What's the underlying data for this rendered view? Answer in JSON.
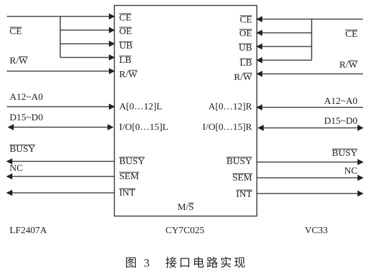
{
  "chip": {
    "name": "CY7C025",
    "left_pins": [
      {
        "text": "CE",
        "over": true
      },
      {
        "text": "OE",
        "over": true
      },
      {
        "text": "UB",
        "over": true
      },
      {
        "text": "LB",
        "over": true
      },
      {
        "text": "R/W",
        "over": "W"
      },
      {
        "text": "A[0…12]L",
        "over": false
      },
      {
        "text": "I/O[0…15]L",
        "over": false
      },
      {
        "text": "BUSY",
        "over": true
      },
      {
        "text": "SEM",
        "over": true
      },
      {
        "text": "INT",
        "over": true
      }
    ],
    "right_pins": [
      {
        "text": "CE",
        "over": true
      },
      {
        "text": "OE",
        "over": true
      },
      {
        "text": "UB",
        "over": true
      },
      {
        "text": "LB",
        "over": true
      },
      {
        "text": "R/W",
        "over": "W"
      },
      {
        "text": "A[0…12]R",
        "over": false
      },
      {
        "text": "I/O[0…15]R",
        "over": false
      },
      {
        "text": "BUSY",
        "over": true
      },
      {
        "text": "SEM",
        "over": true
      },
      {
        "text": "INT",
        "over": true
      }
    ],
    "bottom_pin": {
      "text": "M/S",
      "over": "S"
    }
  },
  "left_device": {
    "name": "LF2407A",
    "signals": [
      {
        "text": "CE",
        "over": true
      },
      {
        "text": "R/W",
        "over": "W"
      },
      {
        "text": "A12~A0",
        "over": false
      },
      {
        "text": "D15~D0",
        "over": false
      },
      {
        "text": "BUSY",
        "over": true
      },
      {
        "text": "NC",
        "over": false
      }
    ]
  },
  "right_device": {
    "name": "VC33",
    "signals": [
      {
        "text": "CE",
        "over": true
      },
      {
        "text": "R/W",
        "over": "W"
      },
      {
        "text": "A12~A0",
        "over": false
      },
      {
        "text": "D15~D0",
        "over": false
      },
      {
        "text": "BUSY",
        "over": true
      },
      {
        "text": "NC",
        "over": false
      }
    ]
  },
  "caption": "图 3　接口电路实现",
  "colors": {
    "ink": "#222222",
    "background": "#ffffff"
  }
}
